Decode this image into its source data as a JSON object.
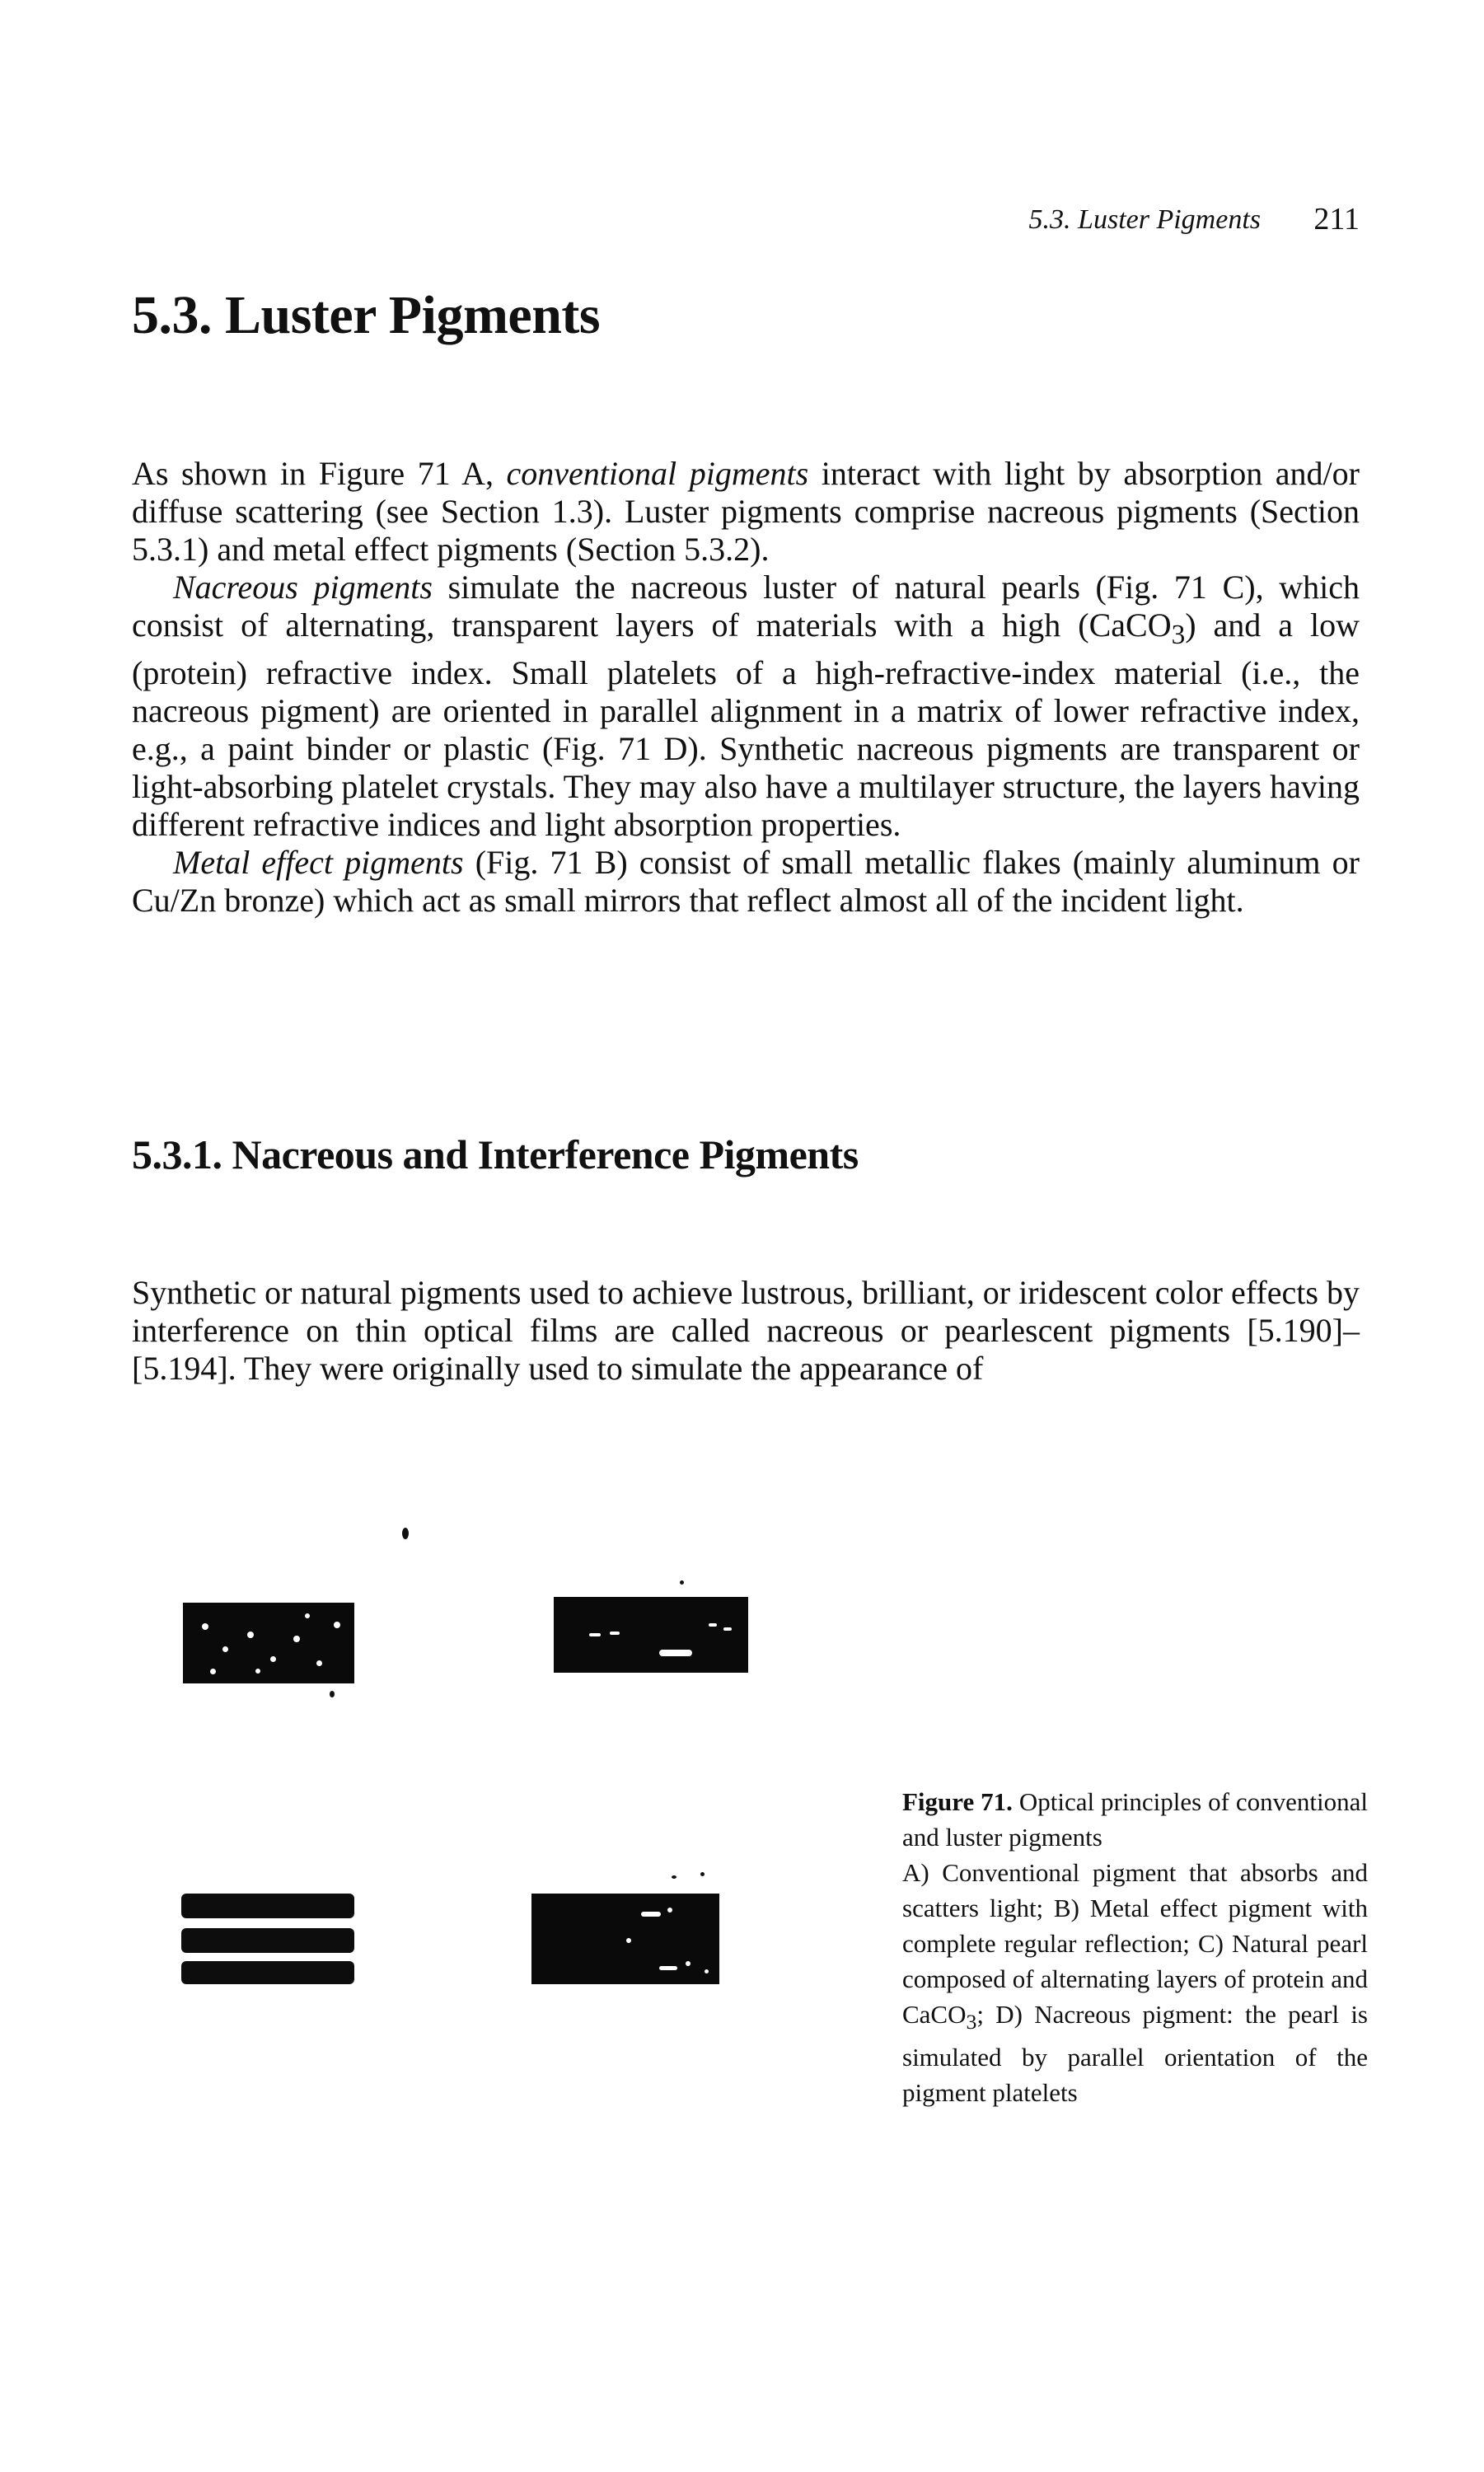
{
  "header": {
    "running_title": "5.3. Luster Pigments",
    "page_number": "211"
  },
  "section": {
    "title": "5.3. Luster Pigments",
    "p1_a": "As shown in Figure 71 A, ",
    "p1_em": "conventional pigments",
    "p1_b": " interact with light by absorption and/or diffuse scattering (see Section 1.3). Luster pigments comprise nacreous pigments (Section 5.3.1) and metal effect pigments (Section 5.3.2).",
    "p2_em": "Nacreous pigments",
    "p2_a": " simulate the nacreous luster of natural pearls (Fig. 71 C), which consist of alternating, transparent layers of materials with a high (CaCO",
    "p2_sub": "3",
    "p2_b": ") and a low (protein) refractive index. Small platelets of a high-refractive-index material (i.e., the nacreous pigment) are oriented in parallel alignment in a matrix of lower refractive index, e.g., a paint binder or plastic (Fig. 71 D). Synthetic nacreous pigments are transparent or light-absorbing platelet crystals. They may also have a multilayer structure, the layers having different refractive indices and light absorption properties.",
    "p3_em": "Metal effect pigments",
    "p3_a": " (Fig. 71 B) consist of small metallic flakes (mainly aluminum or Cu/Zn bronze) which act as small mirrors that reflect almost all of the incident light."
  },
  "subsection": {
    "title": "5.3.1. Nacreous and Interference Pigments",
    "p1": "Synthetic or natural pigments used to achieve lustrous, brilliant, or iridescent color effects by interference on thin optical films are called nacreous or pearlescent pigments [5.190]–[5.194]. They were originally used to simulate the appearance of"
  },
  "figure": {
    "caption_label": "Figure 71.",
    "caption_title": " Optical principles of conventional and luster pigments",
    "caption_a": "A) Conventional pigment that absorbs and scatters light; B) Metal effect pigment with complete regular reflection; C) Natural pearl composed of alternating layers of protein and CaCO",
    "caption_sub": "3",
    "caption_b": "; D) Nacreous pigment: the pearl is simulated by parallel orientation of the pigment platelets"
  }
}
